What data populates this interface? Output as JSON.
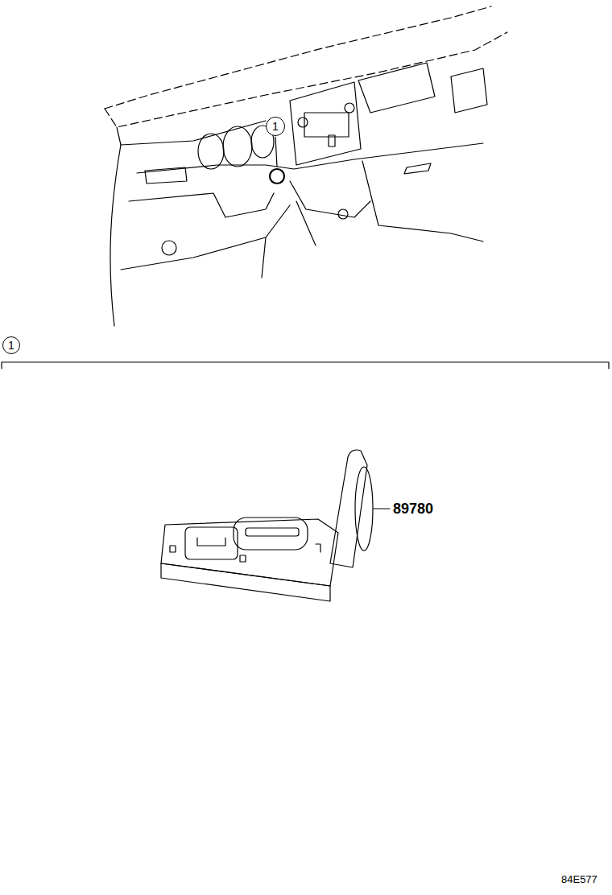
{
  "diagram": {
    "nodes": [
      {
        "text": [
          "1"
        ]
      },
      {
        "text": [
          "1"
        ]
      }
    ],
    "labels": [
      "89780",
      "84E577"
    ]
  }
}
